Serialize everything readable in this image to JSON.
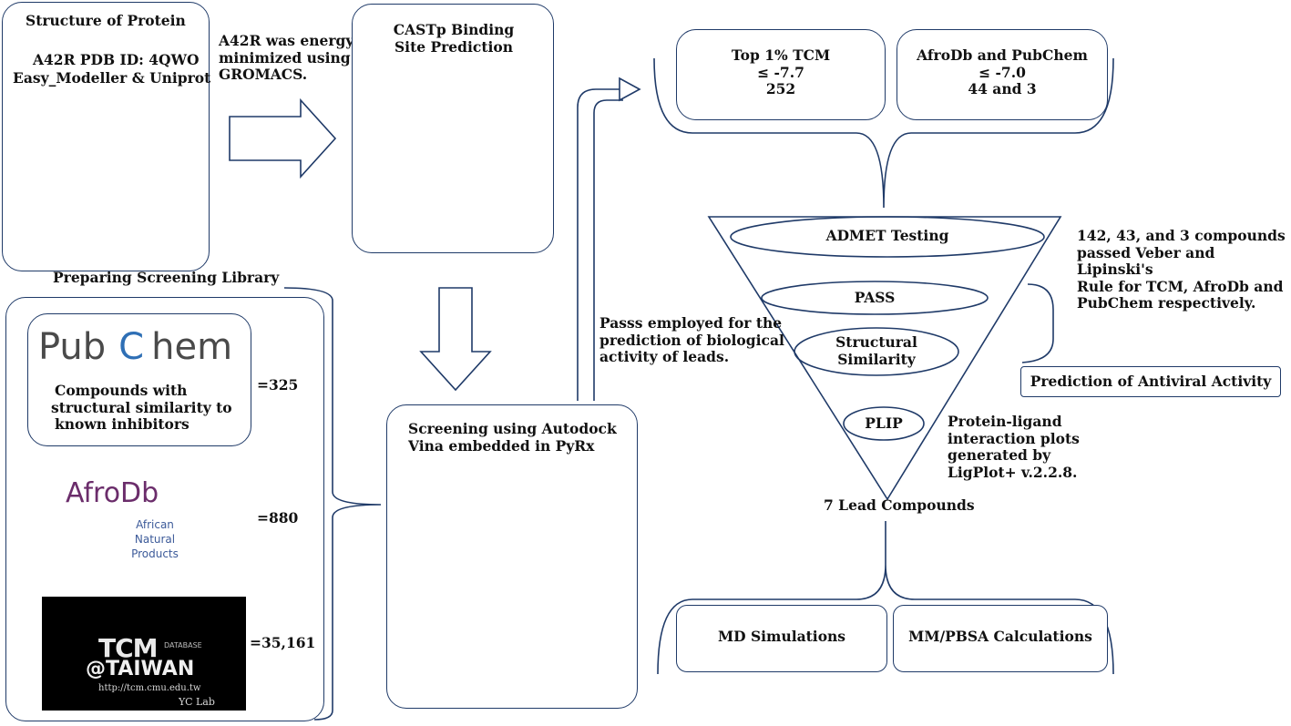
{
  "colors": {
    "border": "#1f3a68",
    "protein_green": "#3fd63f",
    "protein_gray": "#9a9a9a",
    "binding_red": "#d63a3a"
  },
  "structure_box": {
    "title": "Structure of Protein",
    "line1": "A42R PDB ID: 4QWO",
    "line2": "Easy_Modeller & Uniprot"
  },
  "minimize_note": {
    "line1": "A42R was energy",
    "line2": "minimized using",
    "line3": "GROMACS."
  },
  "castp_box": {
    "line1": "CASTp Binding",
    "line2": "Site Prediction"
  },
  "library": {
    "title": "Preparing Screening Library",
    "pubchem_pre": "Pub",
    "pubchem_c": "C",
    "pubchem_post": "hem",
    "pubchem_line1": "Compounds with",
    "pubchem_line2": "structural similarity to",
    "pubchem_line3": "known inhibitors",
    "pubchem_count": "=325",
    "afrodb_logo": "AfroDb",
    "afrodb_sub1": "African",
    "afrodb_sub2": "Natural",
    "afrodb_sub3": "Products",
    "afrodb_count": "=880",
    "tcm_logo": "TCM",
    "tcm_database": "DATABASE",
    "tcm_taiwan": "@TAIWAN",
    "tcm_url": "http://tcm.cmu.edu.tw",
    "tcm_lab": "YC Lab",
    "tcm_count": "=35,161"
  },
  "screening_box": {
    "line1": "Screening using Autodock",
    "line2": "Vina embedded in PyRx"
  },
  "pass_note": {
    "line1": "Passs employed for the",
    "line2": "prediction of biological",
    "line3": "activity of leads."
  },
  "tcm_top": {
    "line1": "Top 1% TCM",
    "line2": "≤  -7.7",
    "line3": "252"
  },
  "afro_pub": {
    "line1": "AfroDb and PubChem",
    "line2": "≤  -7.0",
    "line3": "44 and 3"
  },
  "funnel": {
    "admet": "ADMET Testing",
    "pass": "PASS",
    "struct1": "Structural",
    "struct2": "Similarity",
    "plip": "PLIP",
    "lead": "7 Lead Compounds"
  },
  "admet_note": {
    "line1": "142, 43, and 3 compounds",
    "line2": "passed Veber and Lipinski's",
    "line3": "Rule for TCM, AfroDb and",
    "line4": "PubChem respectively."
  },
  "antiviral_box": "Prediction of Antiviral Activity",
  "plip_note": {
    "line1": "Protein-ligand",
    "line2": "interaction plots",
    "line3": "generated by",
    "line4": "LigPlot+ v.2.2.8."
  },
  "md_box": "MD Simulations",
  "mmpbsa_box": "MM/PBSA Calculations"
}
